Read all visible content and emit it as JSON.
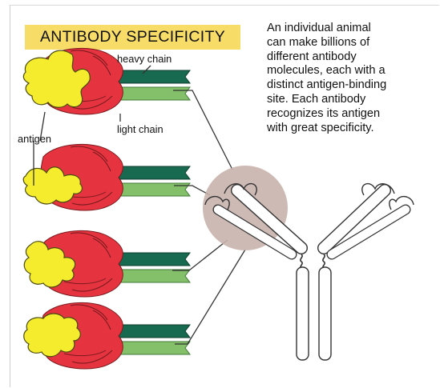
{
  "title": "ANTIBODY SPECIFICITY",
  "description": [
    "An individual animal",
    "can make billions of",
    "different antibody",
    "molecules, each with a",
    "distinct antigen-binding",
    "site. Each antibody",
    "recognizes its antigen",
    "with great specificity."
  ],
  "labels": {
    "heavy_chain": "heavy chain",
    "light_chain": "light chain",
    "antigen": "antigen"
  },
  "colors": {
    "title_background": "#f7dd68",
    "antigen": "#f4ec2c",
    "binding_site": "#e5343f",
    "heavy_chain": "#17694f",
    "light_chain": "#84c06a",
    "highlight_circle": "#c9b3ad"
  }
}
